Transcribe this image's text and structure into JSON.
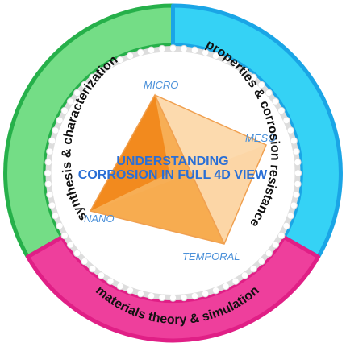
{
  "diagram": {
    "segments": [
      {
        "label": "synthesis & characterization",
        "color": "#74dd86",
        "border": "#26b04a"
      },
      {
        "label": "properties & corrosion resistance",
        "color": "#35d2f5",
        "border": "#1aa5e6"
      },
      {
        "label": "materials theory & simulation",
        "color": "#ee3f9c",
        "border": "#e01f86"
      }
    ],
    "center": {
      "title_line1": "UNDERSTANDING",
      "title_line2": "CORROSION IN FULL 4D VIEW"
    },
    "vertices": {
      "micro": "MICRO",
      "meso": "MESO",
      "nano": "NANO",
      "temporal": "TEMPORAL"
    },
    "colors": {
      "inner_background": "#ffffff",
      "scallop": "#dddddd",
      "tetra_dark": "#f28a1e",
      "tetra_mid": "#f6a543",
      "tetra_light": "#fbd3a0",
      "title": "#2a6fd6",
      "vertex_label": "#4a90d9"
    }
  }
}
